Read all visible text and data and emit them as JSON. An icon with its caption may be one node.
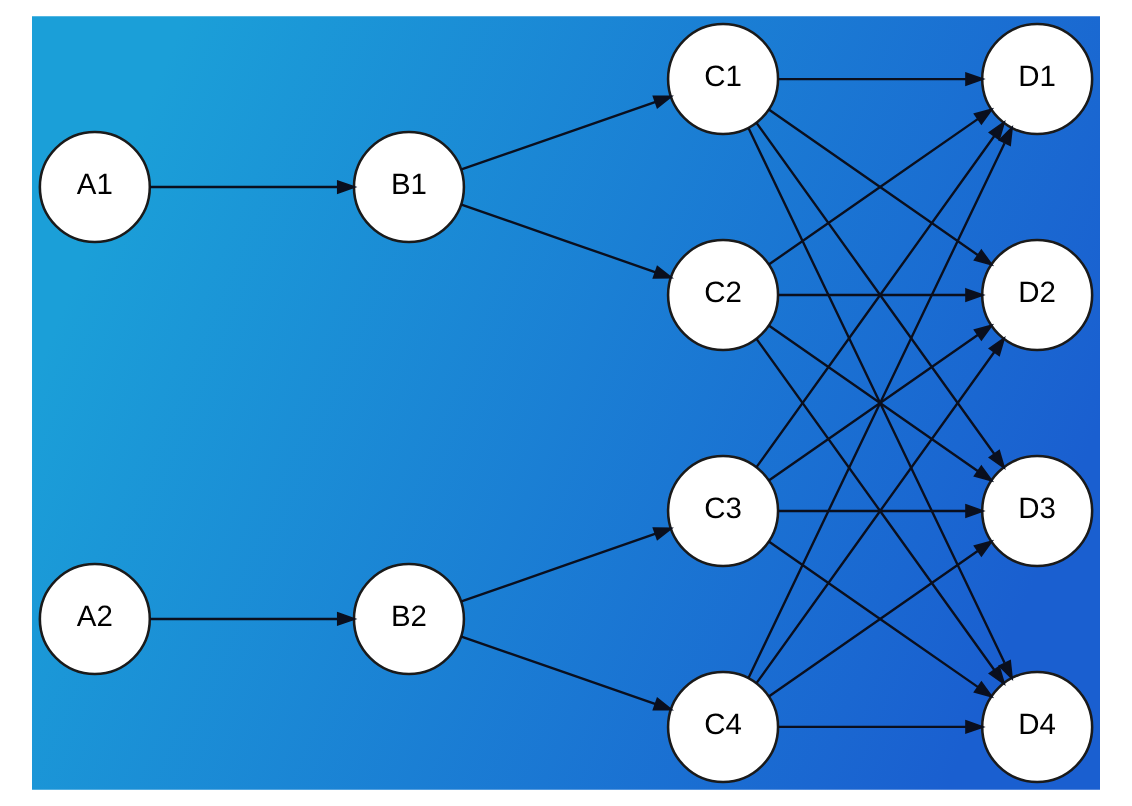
{
  "diagram": {
    "nodes": [
      {
        "text": [
          "A1"
        ]
      },
      {
        "text": [
          "A2"
        ]
      },
      {
        "text": [
          "B1"
        ]
      },
      {
        "text": [
          "B2"
        ]
      },
      {
        "text": [
          "C1"
        ]
      },
      {
        "text": [
          "C2"
        ]
      },
      {
        "text": [
          "C3"
        ]
      },
      {
        "text": [
          "C4"
        ]
      },
      {
        "text": [
          "D1"
        ]
      },
      {
        "text": [
          "D2"
        ]
      },
      {
        "text": [
          "D3"
        ]
      },
      {
        "text": [
          "D4"
        ]
      }
    ],
    "edges": [
      {
        "from": 0,
        "to": 2,
        "arrow": "to"
      },
      {
        "from": 2,
        "to": 4,
        "arrow": "to"
      },
      {
        "from": 2,
        "to": 5,
        "arrow": "to"
      },
      {
        "from": 1,
        "to": 3,
        "arrow": "to"
      },
      {
        "from": 3,
        "to": 6,
        "arrow": "to"
      },
      {
        "from": 3,
        "to": 7,
        "arrow": "to"
      },
      {
        "from": 4,
        "to": 8,
        "arrow": "to"
      },
      {
        "from": 4,
        "to": 9,
        "arrow": "to"
      },
      {
        "from": 4,
        "to": 10,
        "arrow": "to"
      },
      {
        "from": 4,
        "to": 11,
        "arrow": "to"
      },
      {
        "from": 5,
        "to": 8,
        "arrow": "to"
      },
      {
        "from": 5,
        "to": 9,
        "arrow": "to"
      },
      {
        "from": 5,
        "to": 10,
        "arrow": "to"
      },
      {
        "from": 5,
        "to": 11,
        "arrow": "to"
      },
      {
        "from": 6,
        "to": 8,
        "arrow": "to"
      },
      {
        "from": 6,
        "to": 9,
        "arrow": "to"
      },
      {
        "from": 6,
        "to": 10,
        "arrow": "to"
      },
      {
        "from": 6,
        "to": 11,
        "arrow": "to"
      },
      {
        "from": 7,
        "to": 8,
        "arrow": "to"
      },
      {
        "from": 7,
        "to": 9,
        "arrow": "to"
      },
      {
        "from": 7,
        "to": 10,
        "arrow": "to"
      },
      {
        "from": 7,
        "to": 11,
        "arrow": "to"
      }
    ]
  }
}
